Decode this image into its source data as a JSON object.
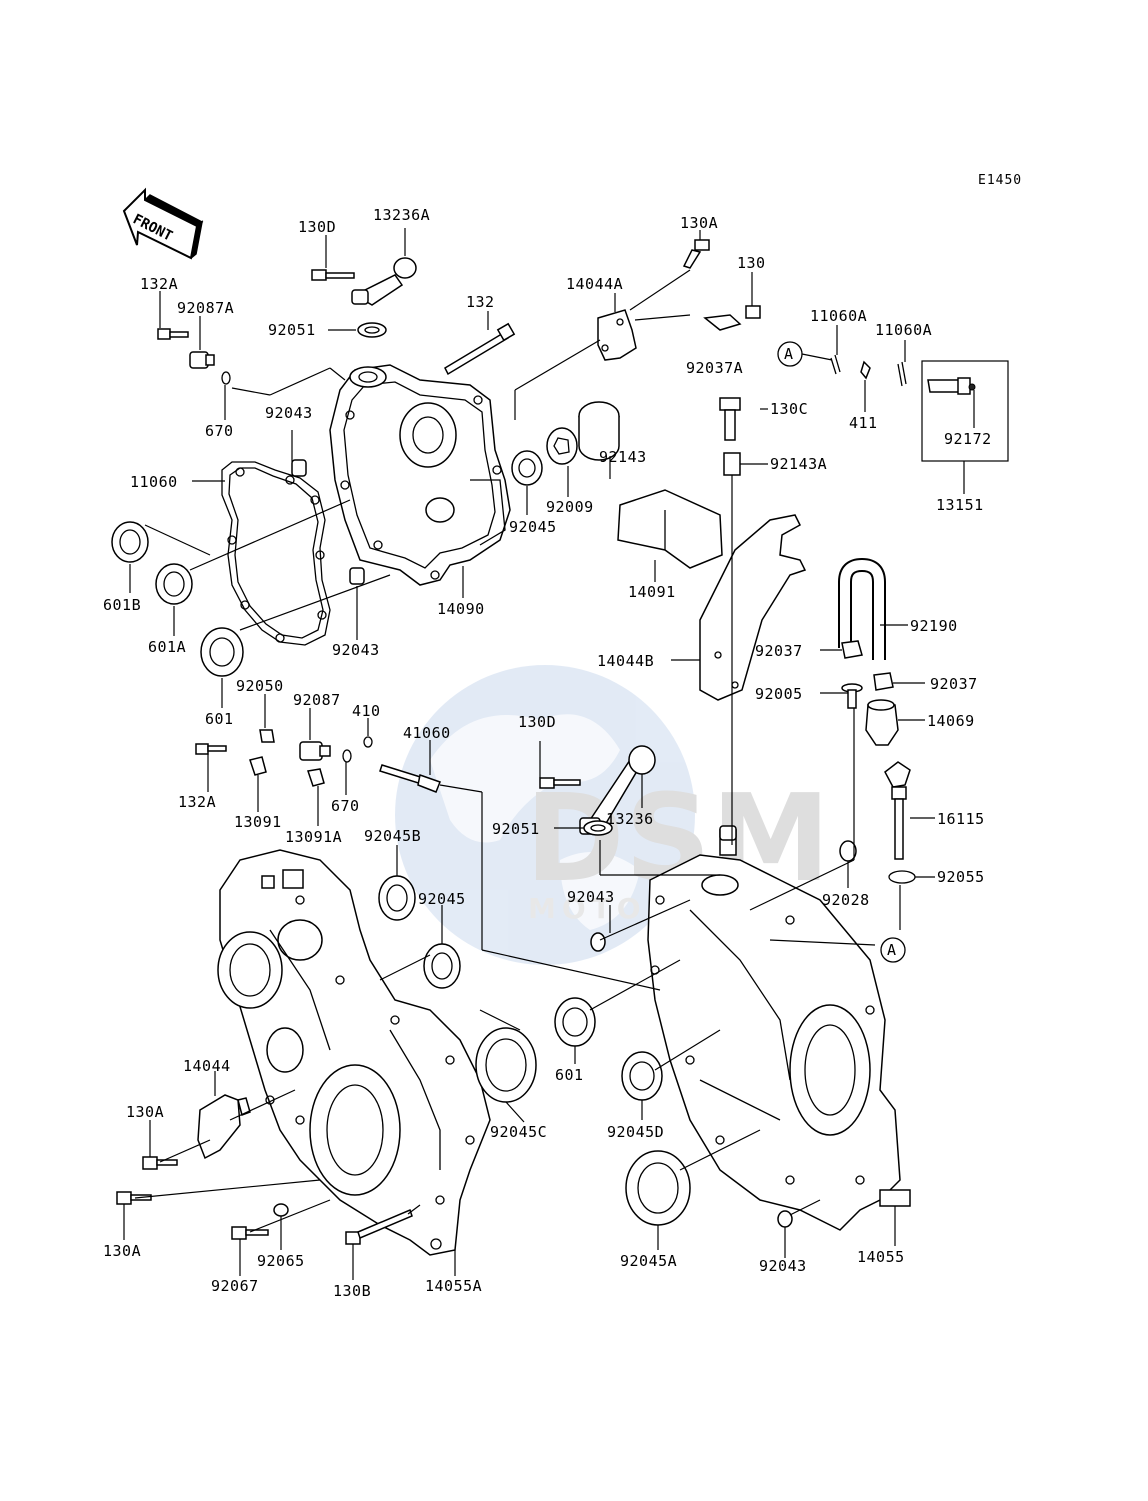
{
  "diagram_code": "E1450",
  "front_label": "FRONT",
  "callouts": {
    "a1": "A",
    "a2": "A"
  },
  "watermark": {
    "brand": "DSM",
    "sub": "MOTORPARTS"
  },
  "labels": [
    "130D",
    "13236A",
    "132A",
    "92087A",
    "92051",
    "132",
    "14044A",
    "130A",
    "130",
    "92037A",
    "11060A",
    "11060A",
    "670",
    "92043",
    "11060",
    "601B",
    "601A",
    "601",
    "92043",
    "14090",
    "92045",
    "92009",
    "92143",
    "130C",
    "92143A",
    "411",
    "92172",
    "13151",
    "14091",
    "14044B",
    "92190",
    "92037",
    "92037",
    "92005",
    "14069",
    "92050",
    "92087",
    "410",
    "41060",
    "130D",
    "13236",
    "132A",
    "13091",
    "670",
    "13091A",
    "92045B",
    "92051",
    "16115",
    "92045",
    "92043",
    "92028",
    "92055",
    "601",
    "14044",
    "130A",
    "92045C",
    "92045D",
    "130A",
    "92067",
    "92065",
    "130B",
    "14055A",
    "92045A",
    "92043",
    "14055"
  ]
}
